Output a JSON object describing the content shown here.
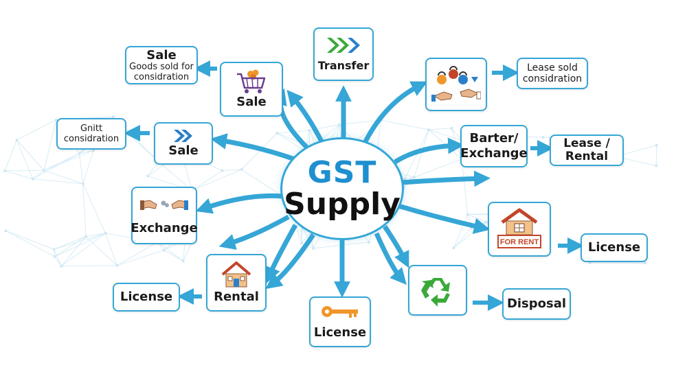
{
  "hub": {
    "line1": "GST",
    "line2": "Supply"
  },
  "nodes": {
    "transfer": "Transfer",
    "sale_cart": "Sale",
    "sale_top": {
      "title": "Sale",
      "sub1": "Goods sold for",
      "sub2": "considration"
    },
    "sale_mid": "Sale",
    "gift": {
      "line1": "Gnitt",
      "line2": "considration"
    },
    "exchange": "Exchange",
    "rental": "Rental",
    "license_left": "License",
    "license_key": "License",
    "disposal": "Disposal",
    "license_right": "License",
    "for_rent_sign": "FOR RENT",
    "barter": {
      "line1": "Barter/",
      "line2": "Exchange"
    },
    "lease_rental": {
      "line1": "Lease /",
      "line2": "Rental"
    },
    "lease_sold": {
      "line1": "Lease sold",
      "line2": "considration"
    }
  },
  "colors": {
    "accent": "#35a6d6",
    "hub_blue": "#1e8fcf",
    "transfer_green": "#3aa93a",
    "transfer_blue": "#2a7fc9",
    "recycle_green": "#3aa93a",
    "key_orange": "#f0962b"
  },
  "icons": [
    "transfer-chevrons-icon",
    "shopping-cart-icon",
    "double-chevron-icon",
    "handshake-exchange-icon",
    "house-icon",
    "key-icon",
    "recycle-icon",
    "for-rent-house-icon",
    "padlocks-hands-icon"
  ]
}
